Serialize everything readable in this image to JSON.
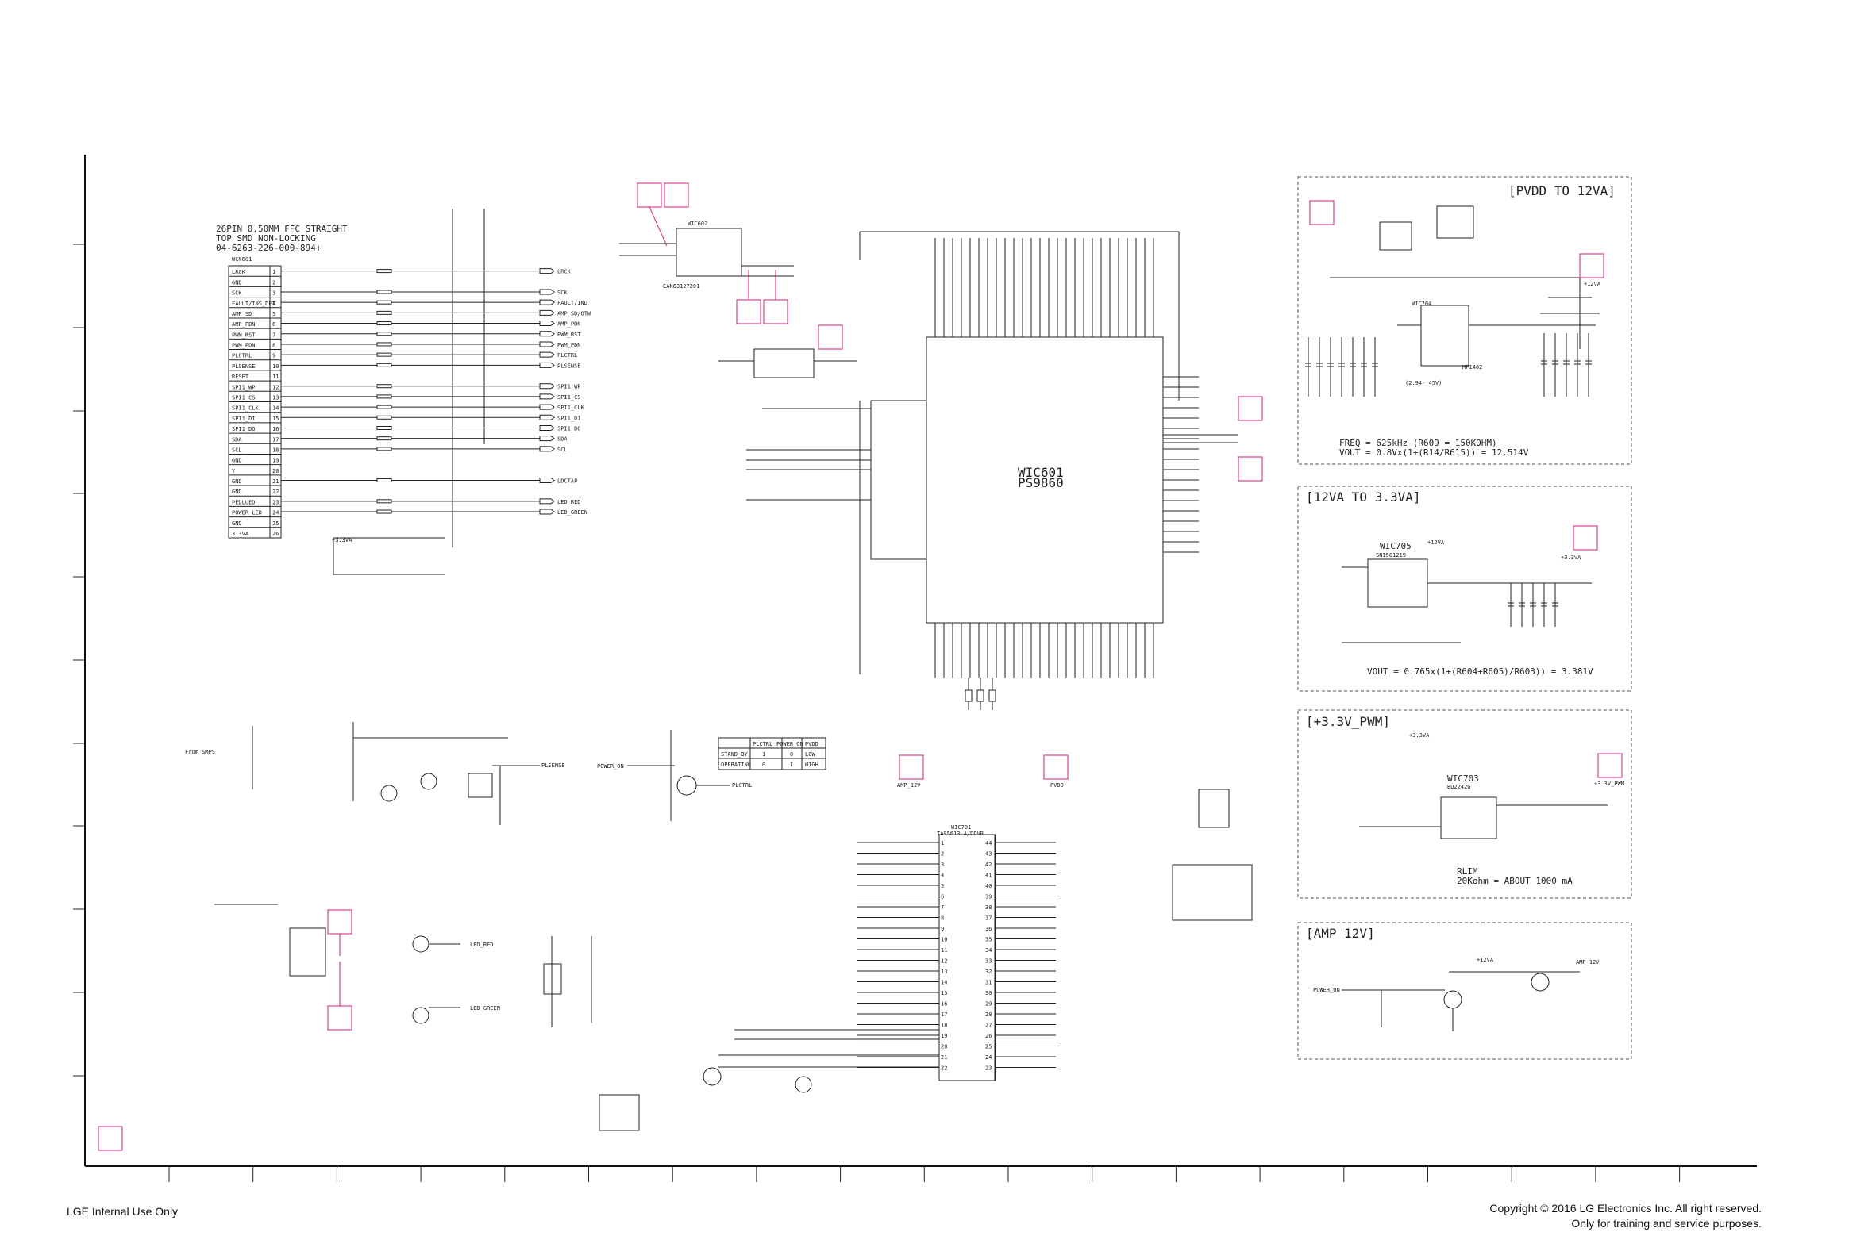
{
  "footer": {
    "left": "LGE Internal Use Only",
    "copyright": "Copyright © 2016 LG Electronics Inc. All right reserved.",
    "purpose": "Only for training and service purposes."
  },
  "connector": {
    "title": "26PIN 0.50MM FFC STRAIGHT",
    "subtitle": "TOP SMD NON-LOCKING",
    "part": "04-6263-226-000-894+",
    "ref": "WCN601",
    "pins": [
      "LRCK",
      "GND",
      "SCK",
      "FAULT/INS_DET",
      "AMP_SD",
      "AMP_PDN",
      "PWM_RST",
      "PWM_PDN",
      "PLCTRL",
      "PLSENSE",
      "RESET",
      "SPI1_WP",
      "SPI1_CS",
      "SPI1_CLK",
      "SPI1_DI",
      "SPI1_DO",
      "SDA",
      "SCL",
      "GND",
      "Y",
      "GND",
      "GND",
      "PEDLUED",
      "POWER_LED",
      "GND",
      "3.3VA"
    ],
    "nets": [
      "LRCK",
      "SCK",
      "FAULT/IND",
      "AMP_SD/OTW",
      "AMP_PDN",
      "PWM_RST",
      "PWM_PDN",
      "PLCTRL",
      "PLSENSE",
      "SPI1_WP",
      "SPI1_CS",
      "SPI1_CLK",
      "SPI1_DI",
      "SPI1_DO",
      "SDA",
      "SCL",
      "LDCTAP",
      "LED_RED",
      "LED_GREEN"
    ]
  },
  "ic601": {
    "ref": "WIC601",
    "part": "PS9860"
  },
  "ic602": {
    "ref": "WIC602",
    "part": "EAN63127201"
  },
  "ic701": {
    "ref": "WIC701",
    "part": "TAS5613LA/DDVR"
  },
  "ic703": {
    "ref": "WIC703",
    "part": "BD2242G"
  },
  "ic704": {
    "ref": "WIC704",
    "part": "MP1482"
  },
  "ic705": {
    "ref": "WIC705",
    "part": "SN1501219"
  },
  "sections": {
    "pvdd": {
      "title": "[PVDD TO 12VA]",
      "freq": "FREQ = 625kHz (R609 = 150KOHM)",
      "vout": "VOUT = 0.8Vx(1+(R14/R615)) = 12.514V",
      "range": "(2.94- 45V)",
      "out_label": "+12VA"
    },
    "v33": {
      "title": "[12VA TO 3.3VA]",
      "in_label": "+12VA",
      "out_label": "+3.3VA",
      "vout": "VOUT = 0.765x(1+(R604+R605)/R603)) = 3.381V"
    },
    "pwm": {
      "title": "[+3.3V_PWM]",
      "in_label": "+3.3VA",
      "out_label": "+3.3V_PWM",
      "rlim": "RLIM",
      "rlim_val": "20Kohm = ABOUT 1000 mA"
    },
    "amp": {
      "title": "[AMP 12V]",
      "in_label": "+12VA",
      "out_label": "AMP_12V",
      "net": "POWER_ON"
    }
  },
  "labels": {
    "from_smps": "From SMPS",
    "amp_12v": "AMP_12V",
    "pvdd": "PVDD",
    "power_on": "POWER_ON",
    "plctrl": "PLCTRL",
    "plsense": "PLSENSE",
    "led_red": "LED_RED",
    "led_green": "LED_GREEN",
    "v33": "+3.3VA"
  },
  "truth_table": {
    "headers": [
      "",
      "PLCTRL",
      "POWER_ON",
      "PVDD"
    ],
    "rows": [
      [
        "STAND_BY",
        "1",
        "0",
        "LOW"
      ],
      [
        "OPERATING",
        "0",
        "1",
        "HIGH"
      ]
    ]
  }
}
